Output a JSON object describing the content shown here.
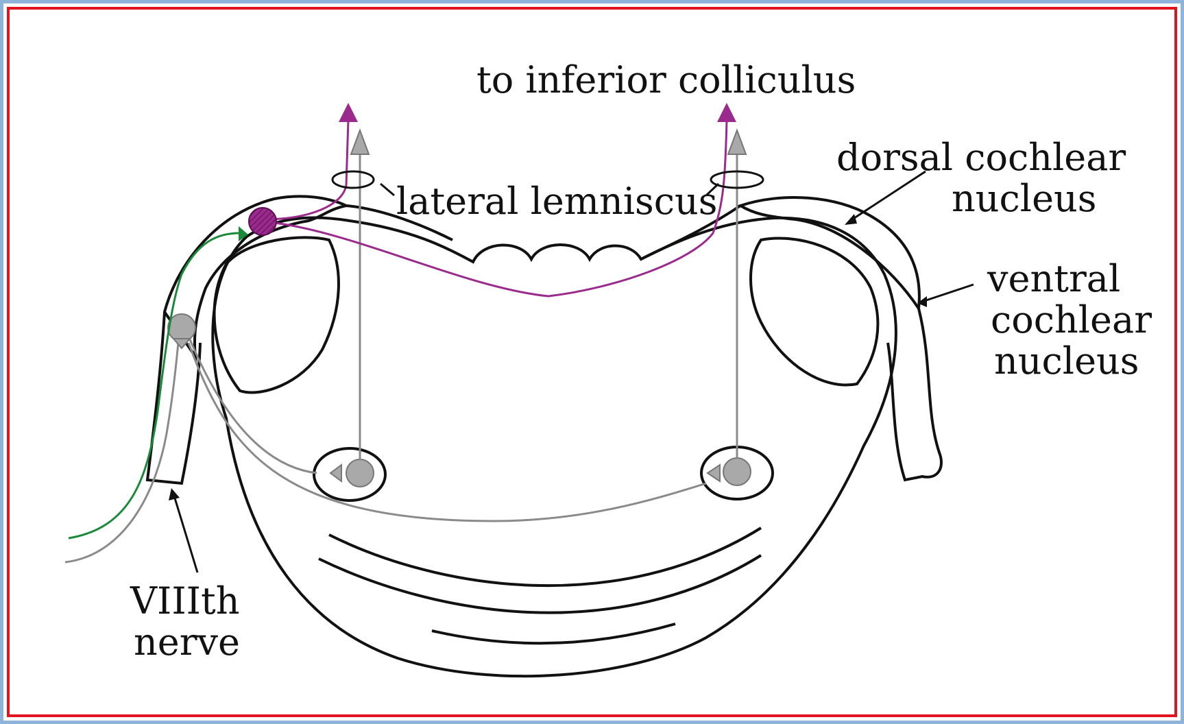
{
  "labels": {
    "top": "to inferior colliculus",
    "lemniscus": "lateral lemniscus",
    "dorsal_line1": "dorsal cochlear",
    "dorsal_line2": "nucleus",
    "ventral_line1": "ventral",
    "ventral_line2": "cochlear",
    "ventral_line3": "nucleus",
    "nerve_line1": "VIIIth",
    "nerve_line2": "nerve"
  },
  "colors": {
    "outline": "#111111",
    "gray_pathway": "#8a8a8a",
    "cell_gray": "#a9a9a9",
    "purple_pathway": "#9a2a8c",
    "green_fiber": "#1a8a3a",
    "frame_red": "#e0141e",
    "frame_blue": "#8fb3d9"
  }
}
